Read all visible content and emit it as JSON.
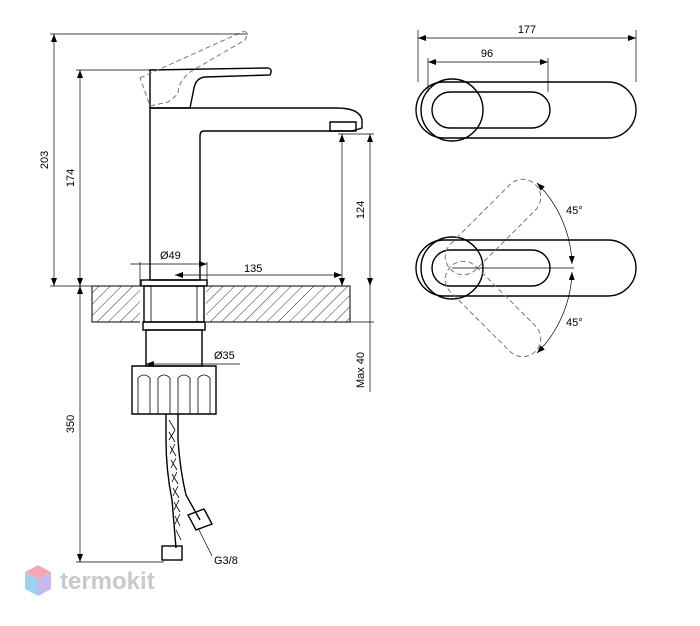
{
  "dimensions": {
    "overall_height": "203",
    "body_height": "174",
    "spout_height": "124",
    "base_diameter": "Ø49",
    "spout_reach": "135",
    "shank_diameter": "Ø35",
    "max_thickness": "Max 40",
    "hose_length": "350",
    "connector_thread": "G3/8",
    "top_total_width": "177",
    "top_handle_width": "96",
    "angle_upper": "45°",
    "angle_lower": "45°"
  },
  "watermark": {
    "text": "termokit",
    "logo_colors": [
      "#f6a6b6",
      "#9fd0f0",
      "#c8b6ef"
    ]
  }
}
